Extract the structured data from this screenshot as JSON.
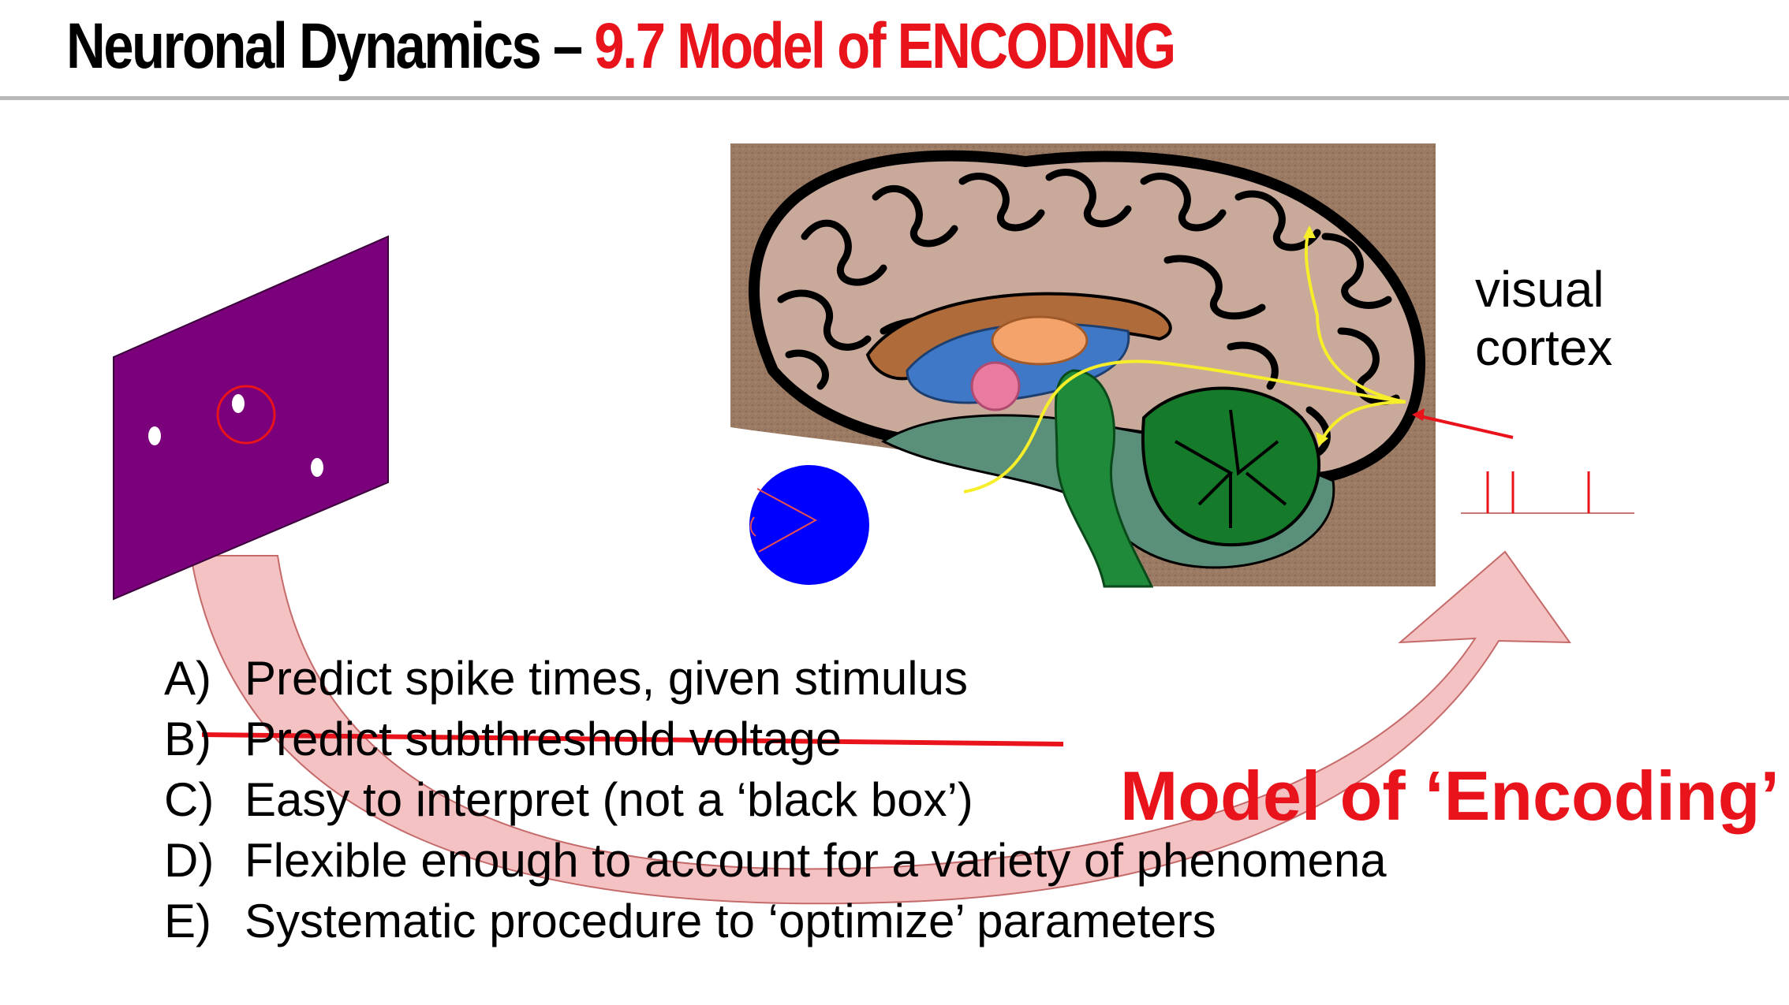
{
  "header": {
    "title": "Neuronal Dynamics –",
    "subtitle": "9.7 Model of ENCODING"
  },
  "diagram": {
    "cortex_label_line1": "visual",
    "cortex_label_line2": "cortex",
    "encoding_label": "Model of ‘Encoding’",
    "stimulus_screen_color": "#7b007b",
    "eye_color": "#0000ff",
    "highlight_color": "#e8131b",
    "arrow_fill_color": "#f4c2c2"
  },
  "list": {
    "items": [
      {
        "letter": "A)",
        "text": "Predict spike times, given stimulus",
        "struck": false
      },
      {
        "letter": "B)",
        "text": "Predict subthreshold voltage",
        "struck": true
      },
      {
        "letter": "C)",
        "text": "Easy to interpret (not a ‘black box’)",
        "struck": false
      },
      {
        "letter": "D)",
        "text": "Flexible enough to account for a variety of phenomena",
        "struck": false
      },
      {
        "letter": "E)",
        "text": "Systematic procedure to ‘optimize’ parameters",
        "struck": false
      }
    ]
  }
}
